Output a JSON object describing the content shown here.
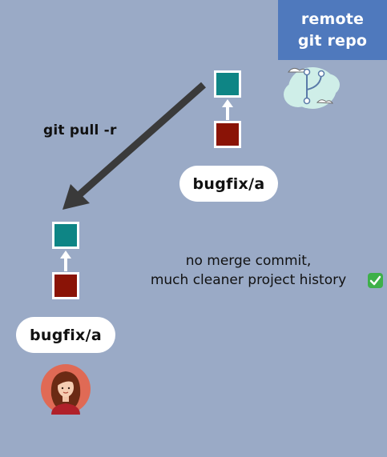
{
  "remote": {
    "line1": "remote",
    "line2": "git repo"
  },
  "command": "git pull -r",
  "remote_branch": "bugfix/a",
  "local_branch": "bugfix/a",
  "note": {
    "line1": "no merge commit,",
    "line2": "much cleaner project history"
  },
  "colors": {
    "background": "#9aaac6",
    "remote_box": "#4f79bd",
    "commit_new": "#0e8585",
    "commit_base": "#8a1306",
    "arrow": "#3a3a3a",
    "check": "#3eb049"
  },
  "icons": {
    "repo": "git-cloud-icon",
    "avatar": "developer-avatar-icon",
    "check": "check-mark-icon"
  }
}
